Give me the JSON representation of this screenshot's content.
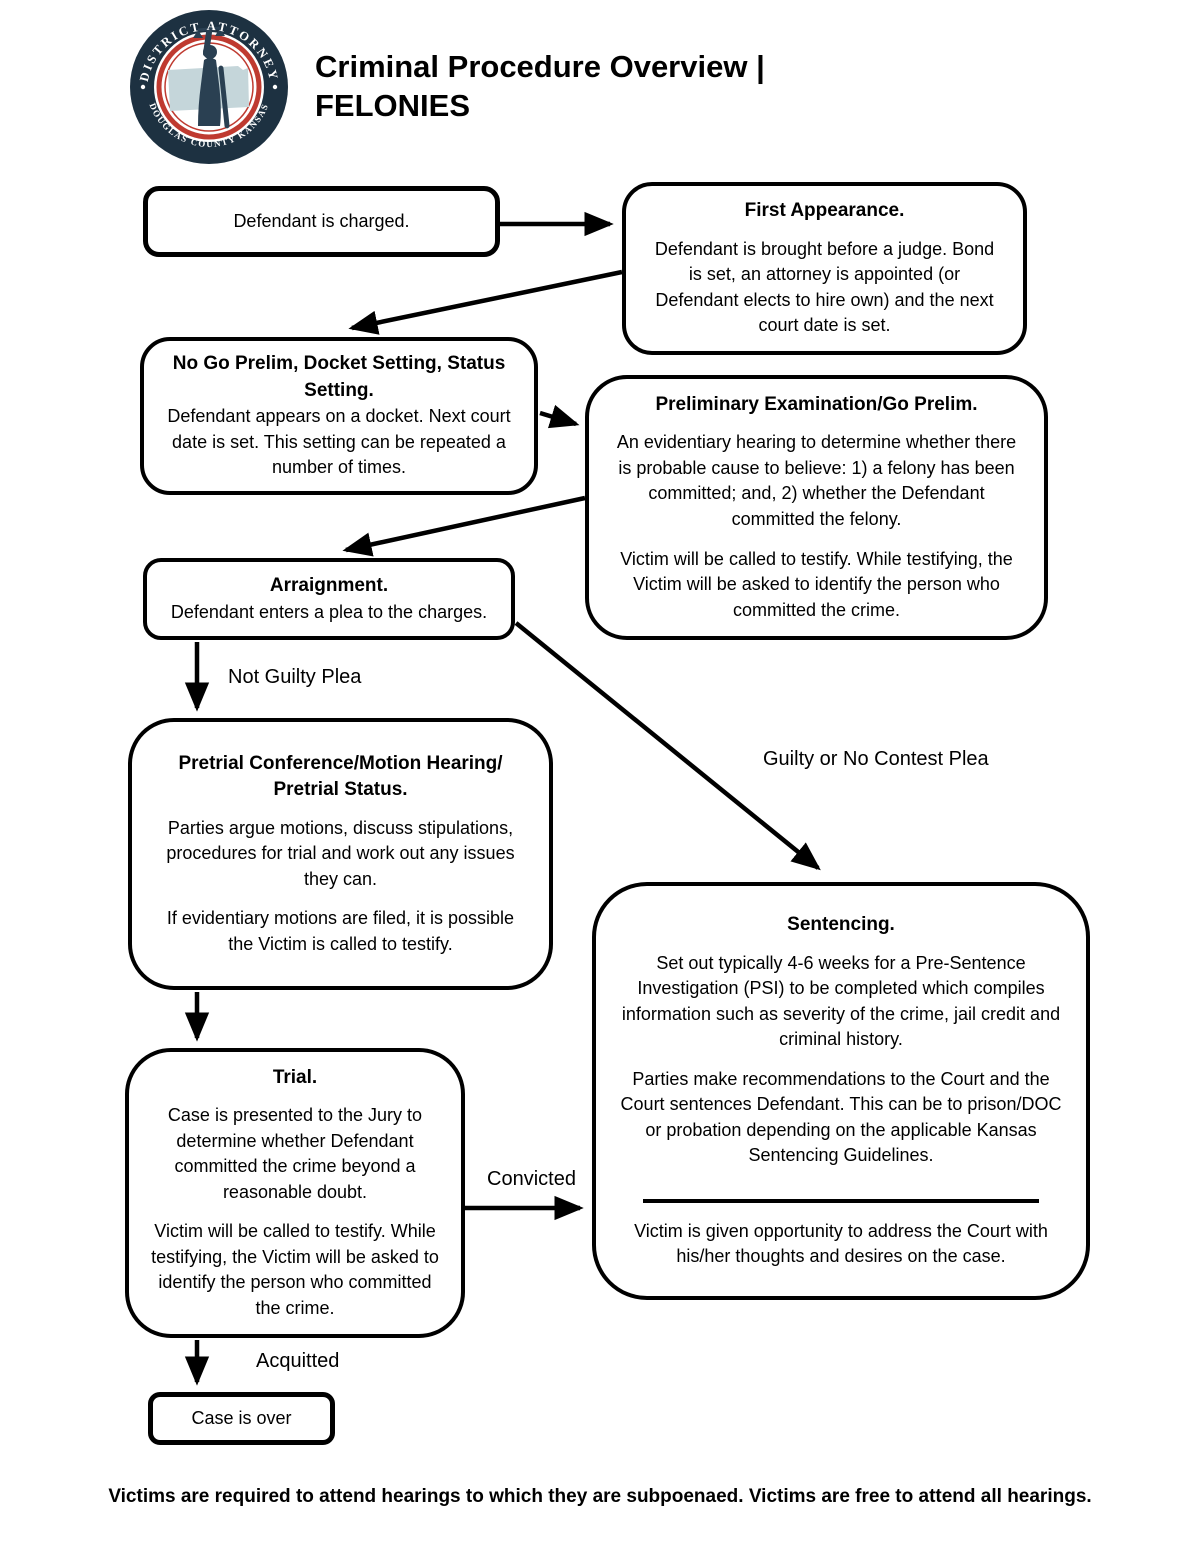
{
  "header": {
    "title_line1": "Criminal Procedure Overview |",
    "title_line2": "FELONIES"
  },
  "logo": {
    "ring_top_text": "DISTRICT ATTORNEY",
    "ring_bottom_text": "DOUGLAS COUNTY KANSAS",
    "colors": {
      "navy": "#1d3141",
      "red": "#bf3a30",
      "state_shape": "#c5d6da",
      "figure": "#2a4052"
    }
  },
  "nodes": {
    "charged": {
      "body": "Defendant is charged."
    },
    "first_appearance": {
      "title": "First Appearance.",
      "body": "Defendant is brought before a judge. Bond is set, an attorney is appointed (or Defendant elects to hire own) and the next court date is set."
    },
    "no_go_prelim": {
      "title": "No Go Prelim, Docket Setting, Status Setting.",
      "body": "Defendant appears on a docket. Next court date is set. This setting can be repeated a number of times."
    },
    "prelim_exam": {
      "title": "Preliminary Examination/Go Prelim.",
      "body1": "An evidentiary hearing to determine whether there is probable cause to believe: 1) a felony has been committed; and, 2) whether the Defendant committed the felony.",
      "body2": "Victim will be called to testify. While testifying, the Victim will be asked to identify the person who committed the crime."
    },
    "arraignment": {
      "title": "Arraignment.",
      "body": "Defendant enters a plea to the charges."
    },
    "pretrial": {
      "title": "Pretrial Conference/Motion Hearing/ Pretrial Status.",
      "body1": "Parties argue motions, discuss stipulations, procedures for trial and work out any issues they can.",
      "body2": "If evidentiary motions are filed, it is possible the Victim is called to testify."
    },
    "trial": {
      "title": "Trial.",
      "body1": "Case is presented to the Jury to determine whether Defendant committed the crime beyond a reasonable doubt.",
      "body2": "Victim will be called to testify. While testifying, the Victim will be asked to identify the person who committed the crime."
    },
    "sentencing": {
      "title": "Sentencing.",
      "body1": "Set out typically 4-6 weeks for a Pre-Sentence Investigation (PSI) to be completed which compiles information such as severity of the crime, jail credit and criminal history.",
      "body2": "Parties make recommendations to the Court and the Court sentences Defendant. This can be to prison/DOC or probation depending on the applicable Kansas Sentencing Guidelines.",
      "body3": "Victim is given opportunity to address the Court with his/her thoughts and desires on the case."
    },
    "case_over": {
      "body": "Case is over"
    }
  },
  "edge_labels": {
    "not_guilty": "Not Guilty Plea",
    "guilty": "Guilty or No Contest Plea",
    "convicted": "Convicted",
    "acquitted": "Acquitted"
  },
  "footer": {
    "note": "Victims are required to attend hearings to which they are subpoenaed.  Victims are free to attend all hearings."
  },
  "colors": {
    "ink": "#000000",
    "background": "#ffffff"
  }
}
